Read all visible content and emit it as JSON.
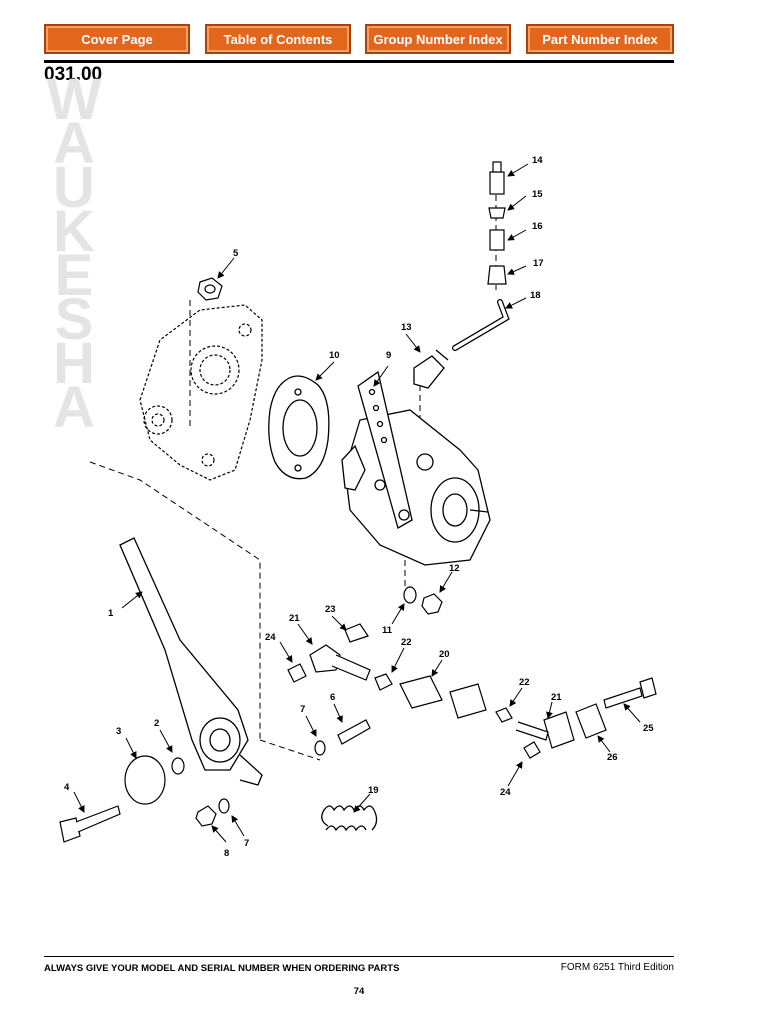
{
  "nav": {
    "cover": "Cover Page",
    "toc": "Table of Contents",
    "group": "Group Number Index",
    "part": "Part Number Index"
  },
  "section_number": "031.00",
  "brand_letters": [
    "W",
    "A",
    "U",
    "K",
    "E",
    "S",
    "H",
    "A"
  ],
  "callouts": [
    "1",
    "2",
    "3",
    "4",
    "5",
    "6",
    "7",
    "7",
    "8",
    "9",
    "10",
    "11",
    "12",
    "13",
    "14",
    "15",
    "16",
    "17",
    "18",
    "19",
    "20",
    "21",
    "21",
    "22",
    "22",
    "23",
    "24",
    "24",
    "25",
    "26"
  ],
  "footer": {
    "notice": "ALWAYS GIVE YOUR MODEL AND SERIAL NUMBER WHEN ORDERING PARTS",
    "form": "FORM 6251 Third Edition",
    "page": "74"
  },
  "colors": {
    "nav_fill": "#e2661b",
    "nav_border": "#a8420c",
    "watermark": "#e4e4e4"
  }
}
